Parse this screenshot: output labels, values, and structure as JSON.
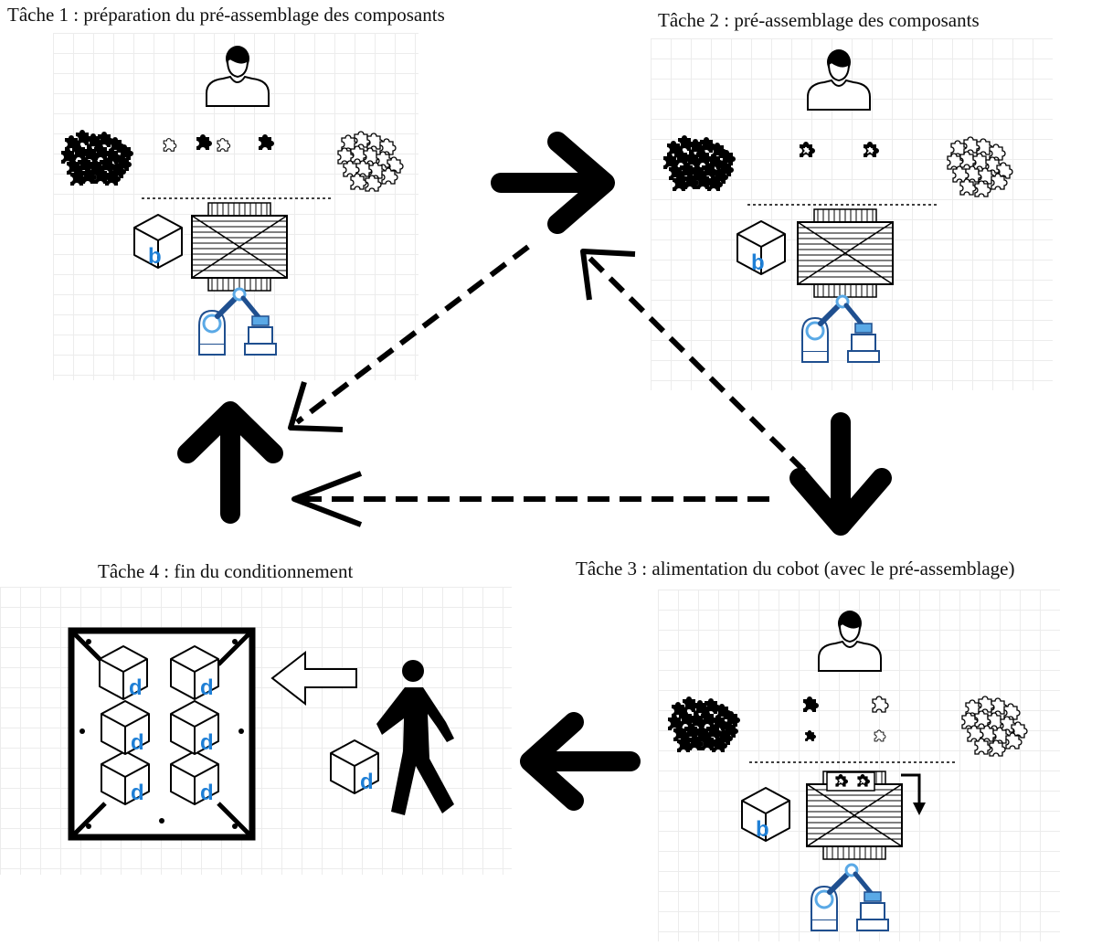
{
  "tasks": {
    "task1": {
      "title": "Tâche 1 : préparation du pré-assemblage des composants"
    },
    "task2": {
      "title": "Tâche 2 : pré-assemblage des composants"
    },
    "task3": {
      "title": "Tâche 3 : alimentation du cobot (avec le pré-assemblage)"
    },
    "task4": {
      "title": "Tâche 4 : fin du conditionnement"
    }
  },
  "box_letters": {
    "component_box": "b",
    "packed_box": "d"
  },
  "icons": {
    "operator": "person-icon",
    "walking_operator": "walking-person-icon",
    "robot": "robot-arm-icon",
    "puzzle": "puzzle-piece-icon",
    "workbench": "workbench-icon",
    "pallet": "pallet-icon",
    "box": "cube-box-icon"
  },
  "colors": {
    "ink": "#000000",
    "robot_blue": "#1f5fbf",
    "robot_light": "#5aa9e6",
    "box_letter": "#1e7fd6",
    "grid": "#ececec"
  }
}
